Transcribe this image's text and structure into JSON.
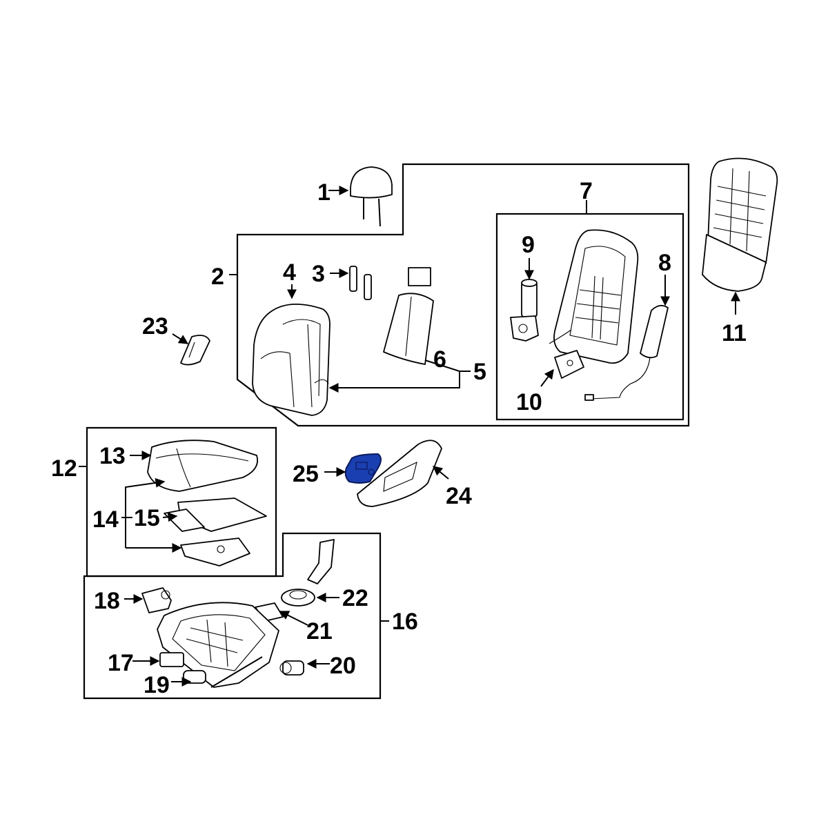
{
  "diagram": {
    "highlight_color": "#1a3fb0",
    "callouts": {
      "c1": "1",
      "c2": "2",
      "c3": "3",
      "c4": "4",
      "c5": "5",
      "c6": "6",
      "c7": "7",
      "c8": "8",
      "c9": "9",
      "c10": "10",
      "c11": "11",
      "c12": "12",
      "c13": "13",
      "c14": "14",
      "c15": "15",
      "c16": "16",
      "c17": "17",
      "c18": "18",
      "c19": "19",
      "c20": "20",
      "c21": "21",
      "c22": "22",
      "c23": "23",
      "c24": "24",
      "c25": "25"
    }
  }
}
